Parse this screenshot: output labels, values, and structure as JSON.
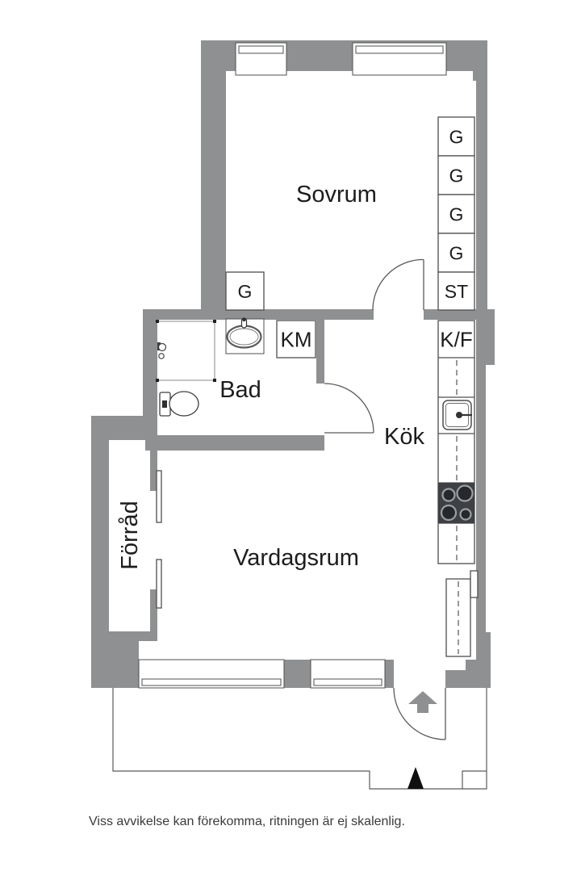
{
  "rooms": {
    "bedroom": "Sovrum",
    "bathroom": "Bad",
    "kitchen": "Kök",
    "living": "Vardagsrum",
    "storage": "Förråd"
  },
  "labels": {
    "wardrobes": [
      "G",
      "G",
      "G",
      "G",
      "ST"
    ],
    "bedroom_closet": "G",
    "washing_machine": "KM",
    "fridge_freezer": "K/F"
  },
  "meta": {
    "disclaimer": "Viss avvikelse kan förekomma, ritningen är ej skalenlig."
  },
  "colors": {
    "wall": "#8e9092",
    "outline": "#4f4f4f",
    "text": "#1c1c1e",
    "stove_body": "#3e4043",
    "caption_text": "#3a3a3a",
    "background": "#ffffff"
  }
}
